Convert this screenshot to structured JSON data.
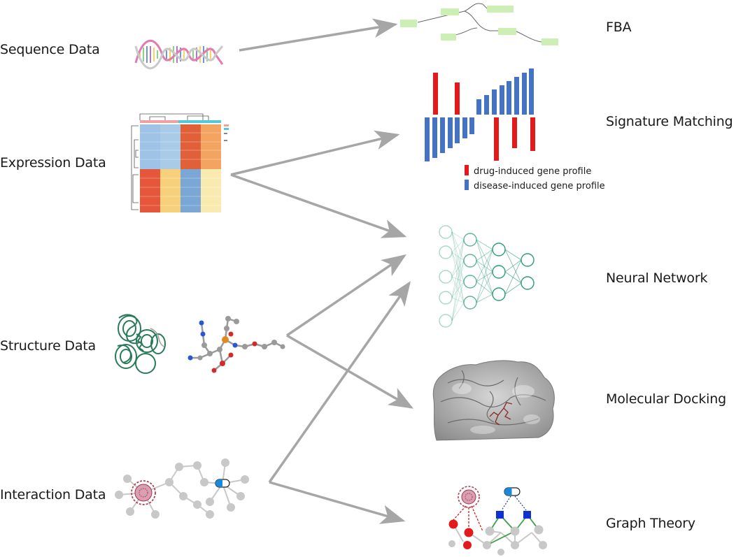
{
  "inputs": {
    "sequence": "Sequence Data",
    "expression": "Expression Data",
    "structure": "Structure Data",
    "interaction": "Interaction Data"
  },
  "methods": {
    "fba": "FBA",
    "signature": "Signature Matching",
    "neural": "Neural Network",
    "docking": "Molecular Docking",
    "graph": "Graph Theory"
  },
  "legend": {
    "drug": "drug-induced gene profile",
    "disease": "disease-induced gene profile"
  },
  "colors": {
    "arrow": "#a6a6a6",
    "drug": "#e31a1c",
    "disease": "#4472c4",
    "nn": "#2e9c7a",
    "protein": "#2a7a5a"
  }
}
